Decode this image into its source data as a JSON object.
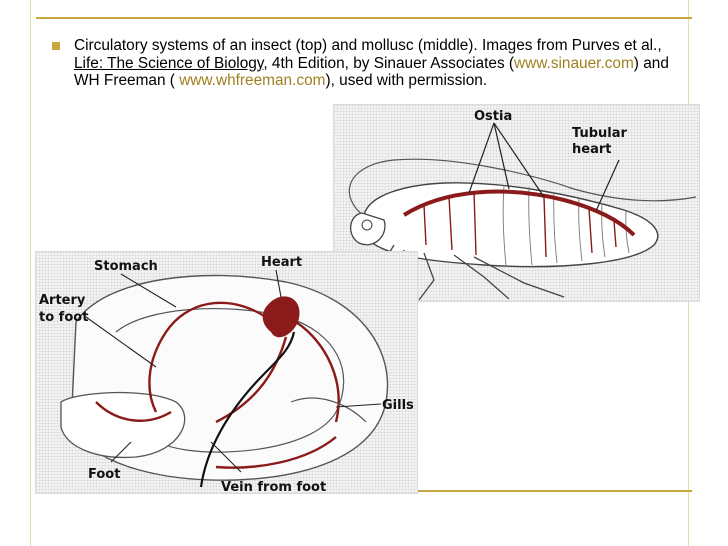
{
  "bullet": {
    "p1": "Circulatory systems of an insect (top) and mollusc (middle). Images from Purves et al., ",
    "book": "Life: The Science of Biology",
    "p2": ", 4th Edition, by Sinauer Associates (",
    "link1": "www.sinauer.com",
    "p3": ") and WH Freeman ( ",
    "link2": "www.whfreeman.com",
    "p4": "), used with permission."
  },
  "insect": {
    "label_ostia": "Ostia",
    "label_tubular_1": "Tubular",
    "label_tubular_2": "heart"
  },
  "mollusc": {
    "label_stomach": "Stomach",
    "label_heart": "Heart",
    "label_artery_1": "Artery",
    "label_artery_2": "to foot",
    "label_gills": "Gills",
    "label_foot": "Foot",
    "label_vein": "Vein from foot"
  },
  "colors": {
    "accent": "#c8a83c",
    "vessel": "#8b1a1a"
  }
}
